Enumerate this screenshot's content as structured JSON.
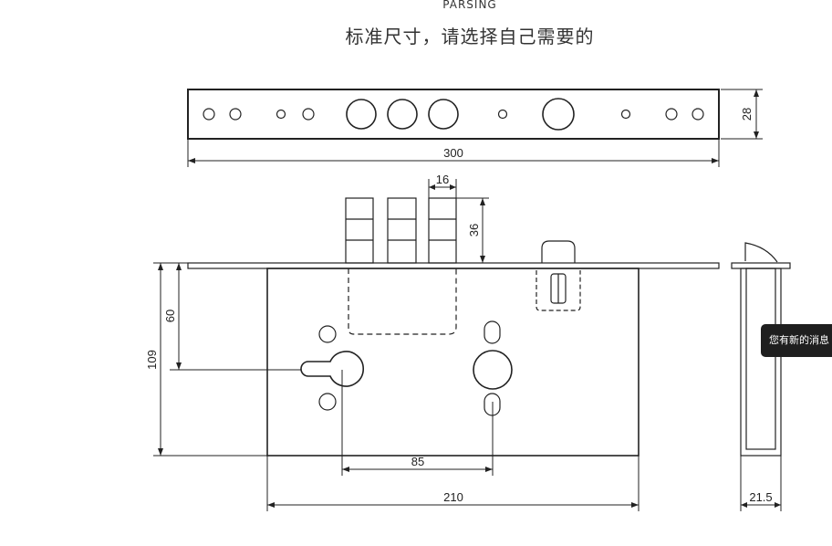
{
  "header": {
    "top_label": "PARSING",
    "subtitle": "标准尺寸，请选择自己需要的"
  },
  "dimensions": {
    "faceplate_length": "300",
    "faceplate_height": "28",
    "bolt_width": "16",
    "bolt_projection": "36",
    "body_height": "109",
    "handle_height": "60",
    "center_distance": "85",
    "body_width": "210",
    "case_depth": "21.5"
  },
  "notification": {
    "text": "您有新的消息"
  },
  "colors": {
    "line": "#222222",
    "toast_bg": "#1f1f1f"
  }
}
